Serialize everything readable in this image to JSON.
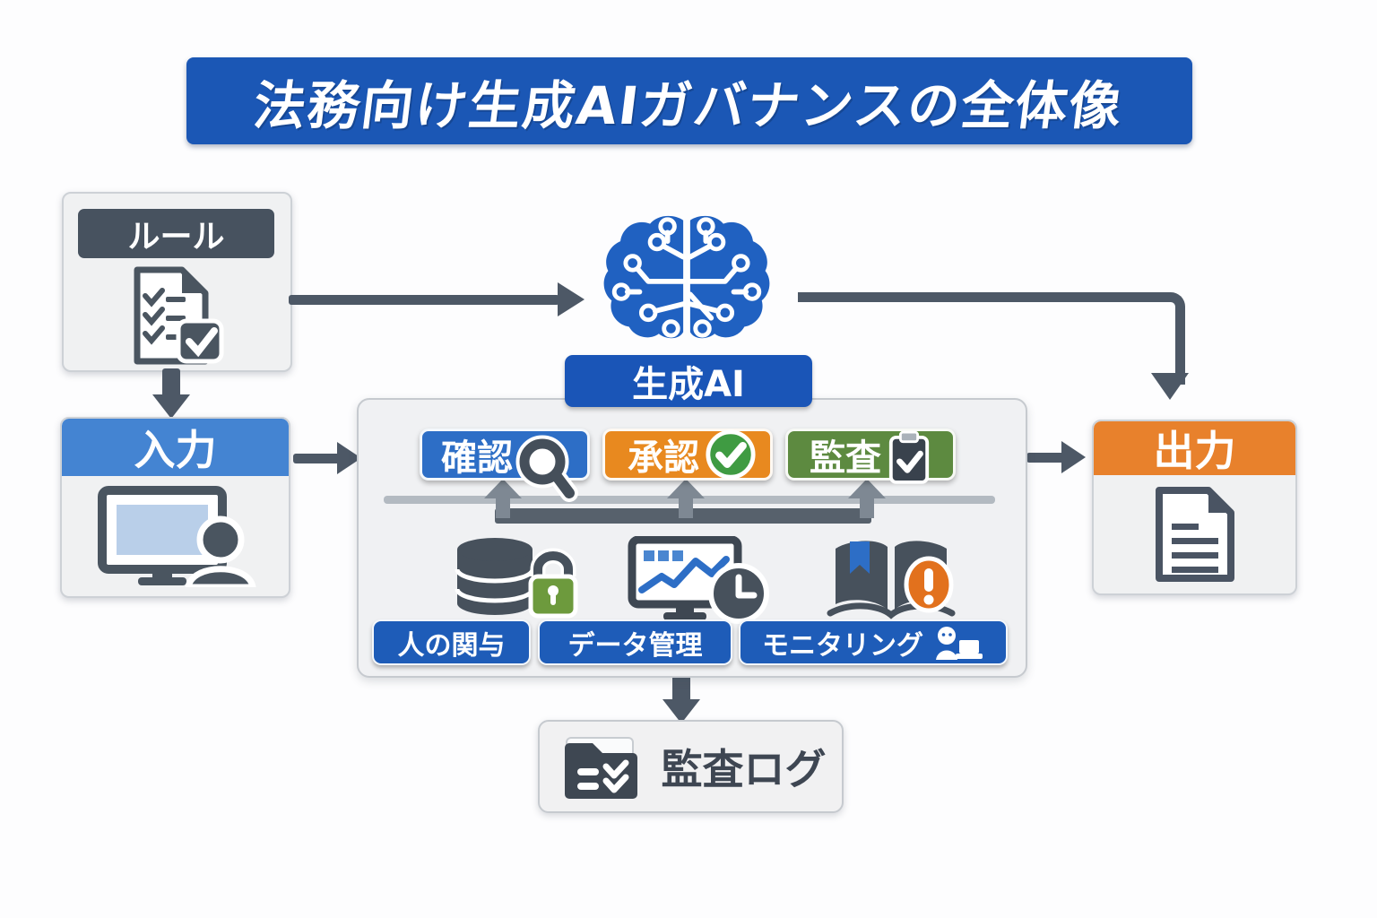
{
  "title": "法務向け生成AIガバナンスの全体像",
  "nodes": {
    "rule": {
      "label": "ルール"
    },
    "gen_ai": {
      "label": "生成AI"
    },
    "input": {
      "label": "入力"
    },
    "output": {
      "label": "出力"
    },
    "audit_log": {
      "label": "監査ログ"
    }
  },
  "governance": {
    "steps": [
      {
        "label": "確認",
        "icon": "magnifier-icon",
        "color": "#2d6ec6"
      },
      {
        "label": "承認",
        "icon": "check-circle-icon",
        "color": "#e8891f"
      },
      {
        "label": "監査",
        "icon": "clipboard-check-icon",
        "color": "#5d8a40"
      }
    ],
    "pillars": [
      {
        "label": "人の関与",
        "icon": "database-lock-icon"
      },
      {
        "label": "データ管理",
        "icon": "monitor-chart-clock-icon"
      },
      {
        "label": "モニタリング",
        "icon": "person-laptop-icon"
      }
    ]
  },
  "colors": {
    "title_bg": "#1b57b5",
    "genai_bg": "#1a55b7",
    "input_header": "#4484d2",
    "output_header": "#e8812c",
    "pillar_bg": "#1e5cb8",
    "arrow": "#4d5866",
    "slate_dark": "#47525f",
    "lock_green": "#6d9a3d",
    "alert_orange": "#e2711d",
    "chart_blue": "#2d6ec6"
  }
}
